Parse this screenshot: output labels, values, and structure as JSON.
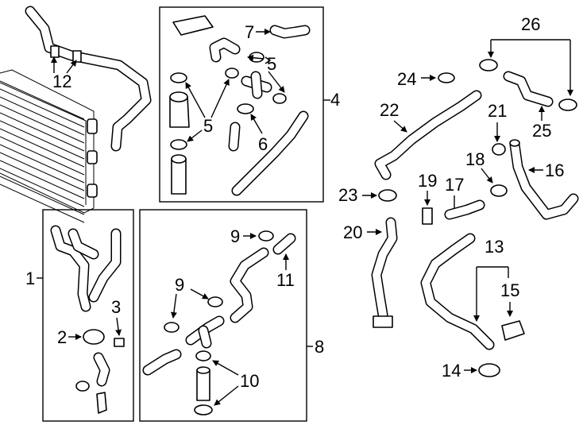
{
  "callouts": {
    "c1": "1",
    "c2": "2",
    "c3": "3",
    "c4": "4",
    "c5a": "5",
    "c5b": "5",
    "c6": "6",
    "c7": "7",
    "c8": "8",
    "c9a": "9",
    "c9b": "9",
    "c10": "10",
    "c11": "11",
    "c12": "12",
    "c13": "13",
    "c14": "14",
    "c15": "15",
    "c16": "16",
    "c17": "17",
    "c18": "18",
    "c19": "19",
    "c20": "20",
    "c21": "21",
    "c22": "22",
    "c23": "23",
    "c24": "24",
    "c25": "25",
    "c26": "26"
  }
}
